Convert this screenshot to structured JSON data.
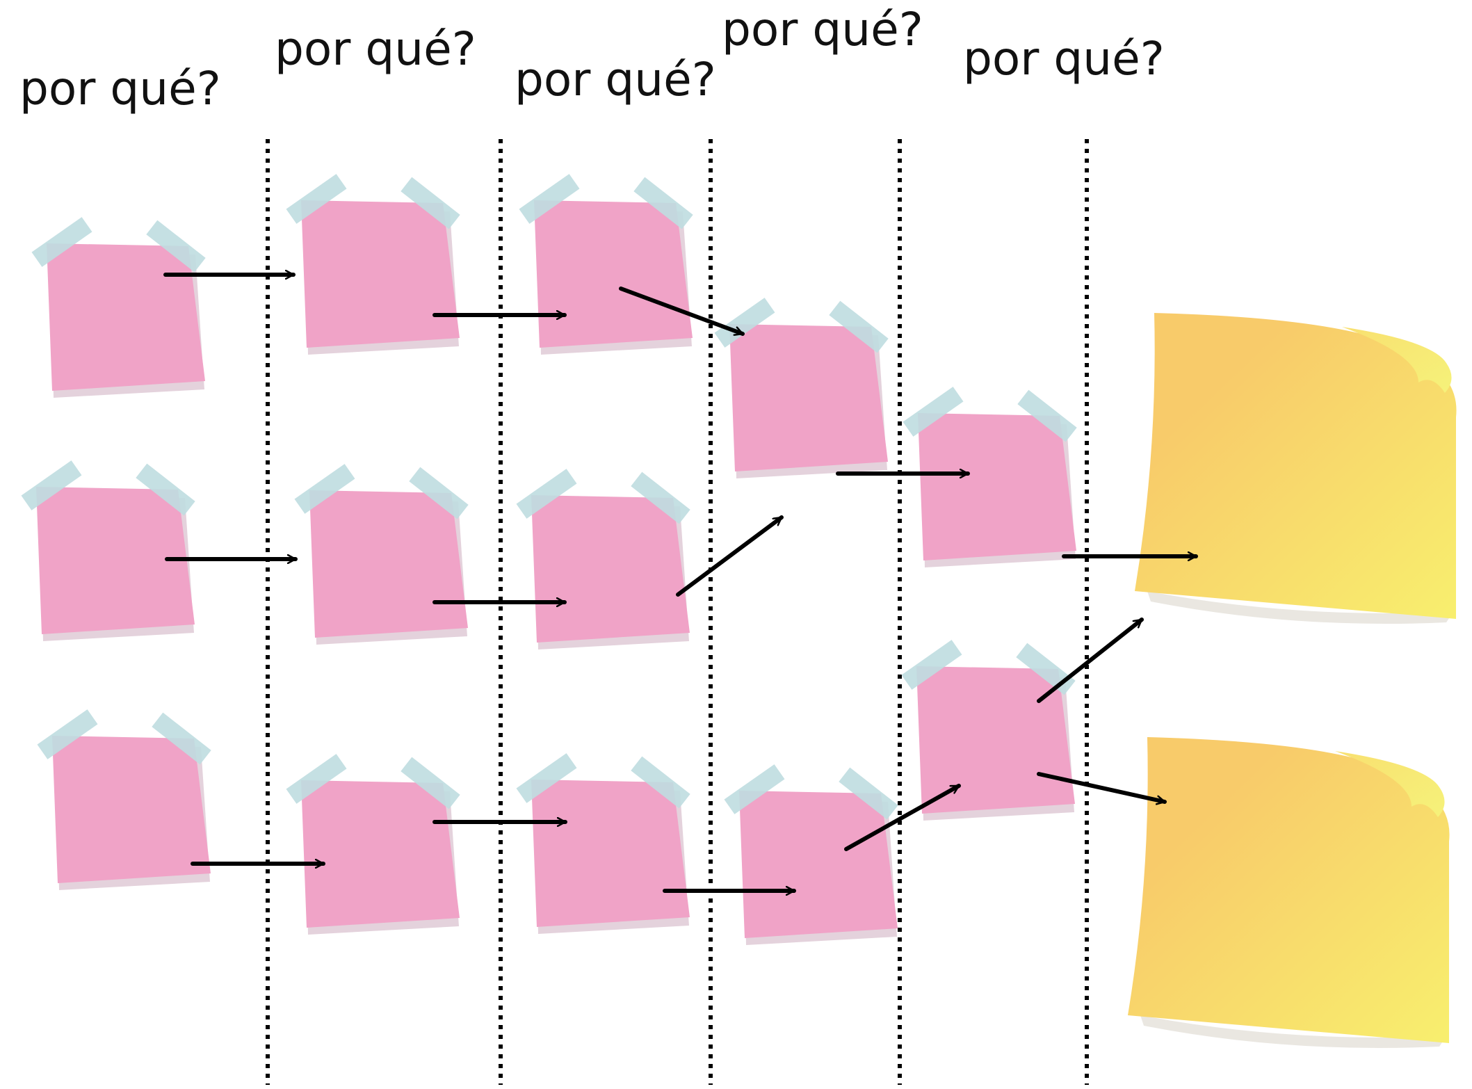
{
  "headings": [
    "por qué?",
    "por qué?",
    "por qué?",
    "por qué?",
    "por qué?"
  ],
  "colors": {
    "pink_note": "#F0A3C7",
    "pink_shadow": "#E4D2DC",
    "tape": "#BFDDE0",
    "yellow_light": "#F8EF6E",
    "yellow_dark": "#F8CB6A",
    "ink": "#000000"
  },
  "legend": []
}
